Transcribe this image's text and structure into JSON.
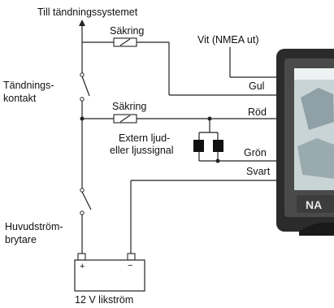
{
  "labels": {
    "ignition_system": "Till tändningssystemet",
    "fuse_top": "Säkring",
    "fuse_mid": "Säkring",
    "nmea": "Vit (NMEA ut)",
    "ignition_switch_1": "Tändnings-",
    "ignition_switch_2": "kontakt",
    "ext_signal_1": "Extern ljud-",
    "ext_signal_2": "eller ljussignal",
    "main_switch_1": "Huvudström-",
    "main_switch_2": "brytare",
    "battery_plus": "+",
    "battery_minus": "−",
    "battery": "12 V likström"
  },
  "wires": {
    "yellow": "Gul",
    "red": "Röd",
    "green": "Grön",
    "black": "Svart"
  },
  "device_screen": {
    "brand": "NA"
  }
}
